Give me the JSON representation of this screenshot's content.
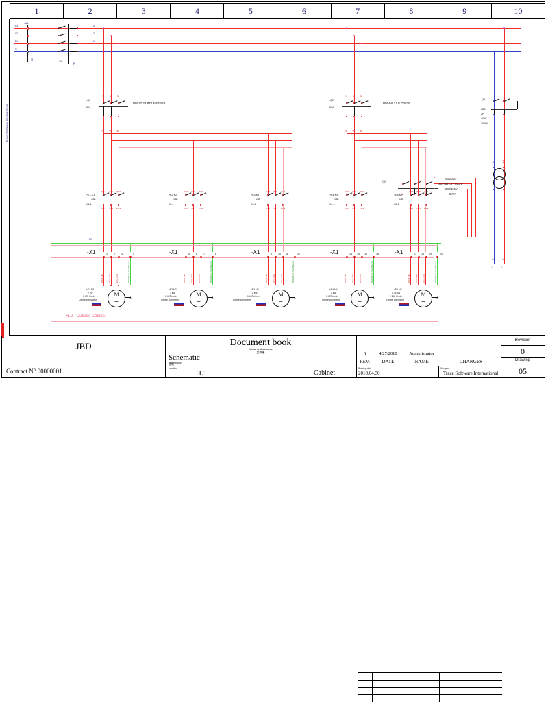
{
  "sheet": {
    "columns": [
      "1",
      "2",
      "3",
      "4",
      "5",
      "6",
      "7",
      "8",
      "9",
      "10"
    ],
    "left_strip_text": "Trace Software International"
  },
  "supply": {
    "lines": [
      {
        "name": "L3",
        "color": "#ef2a2a"
      },
      {
        "name": "L2",
        "color": "#ef2a2a"
      },
      {
        "name": "L1",
        "color": "#ef2a2a"
      },
      {
        "name": "N",
        "color": "#3344cc"
      }
    ],
    "right_labels": [
      "L3",
      "L2",
      "L1"
    ],
    "incoming_tag": "-W1",
    "switch_tag": "-S1",
    "pe_label": "PE"
  },
  "breakers": [
    {
      "tag": "-Q1",
      "rating": "80A",
      "type": "DM 17-23 BT1 MF32/23",
      "terminals_in": [
        "1",
        "3",
        "5"
      ],
      "terminals_out": [
        "2",
        "4",
        "6"
      ],
      "column": 2
    },
    {
      "tag": "-Q2",
      "rating": "80A",
      "type": "DM 4-6,3 LG G2525",
      "terminals_in": [
        "1",
        "3",
        "5"
      ],
      "terminals_out": [
        "2",
        "4",
        "6"
      ],
      "column": 7
    },
    {
      "tag": "-Q3",
      "rating": "25A",
      "poles": "2P",
      "voltage": "400V",
      "breaking": "100kA",
      "column": 10
    }
  ],
  "disconnect": {
    "tag": "-QG",
    "terminals_in": [
      "1",
      "3",
      "5"
    ],
    "terminals_out": [
      "2",
      "4",
      "6"
    ]
  },
  "contactors": [
    {
      "tag": "+E1-K1",
      "aux": "13A",
      "coil": "K1-1",
      "terminals_in": [
        "1/L1",
        "3/L2",
        "5/L3"
      ],
      "terminals_out": [
        "2/T1",
        "4/T2",
        "6/T3"
      ]
    },
    {
      "tag": "+E2-K2",
      "aux": "13A",
      "coil": "K2-1",
      "terminals_in": [
        "1/L1",
        "3/L2",
        "5/L3"
      ],
      "terminals_out": [
        "2/T1",
        "4/T2",
        "6/T3"
      ]
    },
    {
      "tag": "+E3-K3",
      "aux": "13A",
      "coil": "K3-1",
      "terminals_in": [
        "1/L1",
        "3/L2",
        "5/L3"
      ],
      "terminals_out": [
        "2/T1",
        "4/T2",
        "6/T3"
      ]
    },
    {
      "tag": "+E4-K4",
      "aux": "13A",
      "coil": "K4-1",
      "terminals_in": [
        "1/L1",
        "3/L2",
        "5/L3"
      ],
      "terminals_out": [
        "2/T1",
        "4/T2",
        "6/T3"
      ]
    },
    {
      "tag": "+E5-K5",
      "aux": "13A",
      "coil": "K5-1",
      "terminals_in": [
        "1/L1",
        "3/L2",
        "5/L3"
      ],
      "terminals_out": [
        "2/T1",
        "4/T2",
        "6/T3"
      ]
    }
  ],
  "transformer": {
    "brand": "Siemens",
    "part": "4AT3932-4TJ00-0C",
    "ratio": "230/115V",
    "power": "2kVA",
    "tag": "-T1"
  },
  "terminal_strips": [
    {
      "tag": "-X1",
      "terminals": [
        "1",
        "2",
        "3",
        "4"
      ]
    },
    {
      "tag": "-X1",
      "terminals": [
        "5",
        "6",
        "7",
        "8"
      ]
    },
    {
      "tag": "-X1",
      "terminals": [
        "9",
        "10",
        "11",
        "12"
      ]
    },
    {
      "tag": "-X1",
      "terminals": [
        "13",
        "14",
        "15",
        "16"
      ]
    },
    {
      "tag": "-X1",
      "terminals": [
        "17",
        "18",
        "19",
        "20"
      ]
    }
  ],
  "motor_cable_cores": [
    "W/0,8 mm",
    "V/0,8 mm",
    "U/0,8 mm",
    "PE/0,8 mm (Vert/Jaune)"
  ],
  "motors": [
    {
      "tag": "+E1-M1",
      "power": "2 kW",
      "speed": "1 437 tr/min",
      "note": "Centre convoyeur"
    },
    {
      "tag": "+E2-M2",
      "power": "3 kW",
      "speed": "1 437 tr/min",
      "note": "Centre convoyeur"
    },
    {
      "tag": "+E3-M3",
      "power": "2 kW",
      "speed": "1 437 tr/min",
      "note": "Centre convoyeur"
    },
    {
      "tag": "+E4-M4",
      "power": "2 kW",
      "speed": "1 437 tr/min",
      "note": "Centre convoyeur"
    },
    {
      "tag": "+E5-M5",
      "power": "0,75 kW",
      "speed": "2 840 tr/min",
      "note": "Centre convoyeur"
    }
  ],
  "cabinet_zone": {
    "label": "+L2 - Outside Cabinet"
  },
  "title_block": {
    "customer": "JBD",
    "contract_label": "Contract N° 00000001",
    "doc_title": "Document book",
    "doc_subtitle_fr": "Liasse de documents",
    "doc_subtitle_cn": "文件册",
    "doc_type": "Schematic",
    "doc_type_caption_fr": "Schématique",
    "doc_type_caption_cn": "图纸",
    "location_caption": "Location:",
    "location": "+L1",
    "location_right": "Cabinet",
    "drawing_date_caption": "Drawing date",
    "drawing_date": "2010.04.30",
    "company_caption": "Company",
    "company": "Trace Software International",
    "revision_caption": "Revision",
    "revision": "0",
    "drawing_caption": "Drawing",
    "drawing": "05",
    "rev_headers": [
      "REV.",
      "DATE",
      "NAME",
      "CHANGES"
    ],
    "rev_rows": [
      {
        "rev": "0",
        "date": "4/27/2010",
        "name": "Administrator",
        "changes": ""
      },
      {
        "rev": "",
        "date": "",
        "name": "",
        "changes": ""
      },
      {
        "rev": "",
        "date": "",
        "name": "",
        "changes": ""
      }
    ]
  }
}
